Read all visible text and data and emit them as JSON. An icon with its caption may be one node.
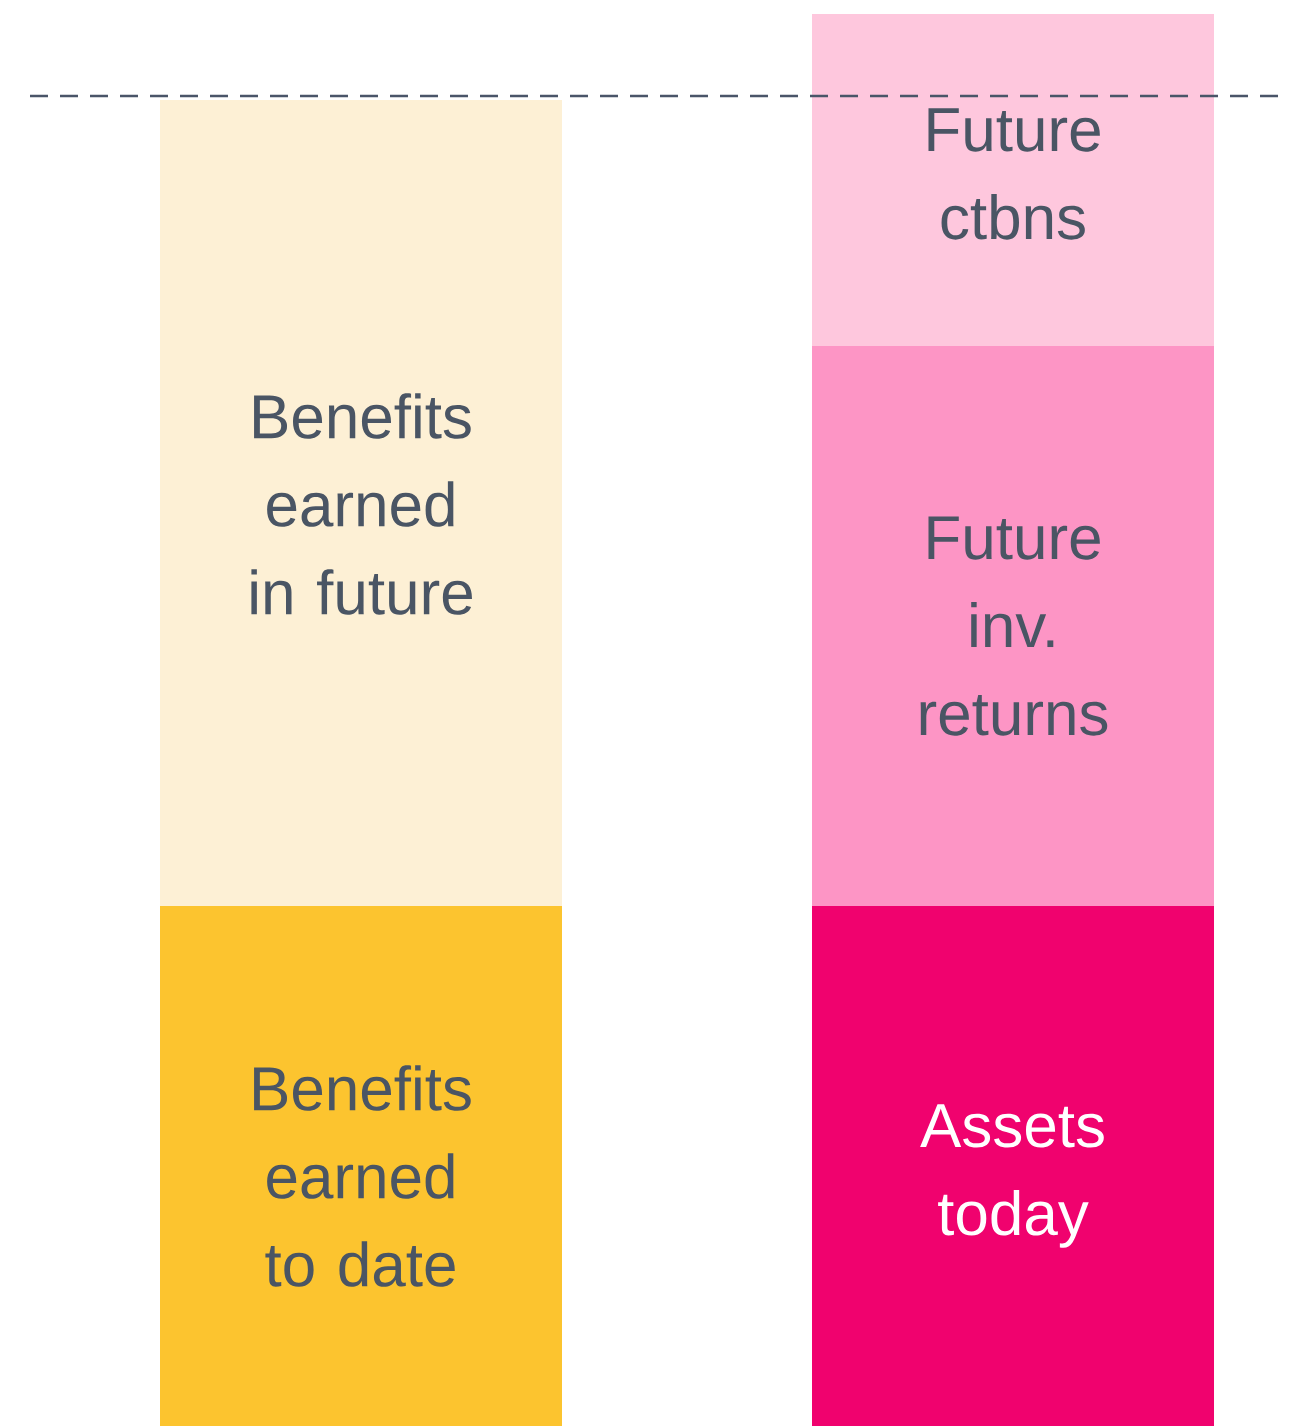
{
  "diagram": {
    "nodes": [
      {
        "text": [
          "Benefits earned in future"
        ]
      },
      {
        "text": [
          "Benefits earned to date"
        ]
      },
      {
        "text": [
          "Future ctbns"
        ]
      },
      {
        "text": [
          "Future inv. returns"
        ]
      },
      {
        "text": [
          "Assets today"
        ]
      }
    ]
  }
}
